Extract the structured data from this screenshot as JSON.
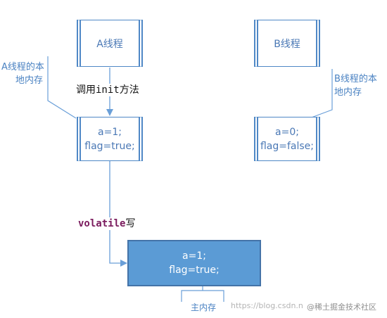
{
  "thread_a": {
    "label": "A线程",
    "note_line1": "A线程的本",
    "note_line2": "地内存",
    "local_mem_line1": "a=1;",
    "local_mem_line2": "flag=true;"
  },
  "thread_b": {
    "label": "B线程",
    "note_line1": "B线程的本",
    "note_line2": "地内存",
    "local_mem_line1": "a=0;",
    "local_mem_line2": "flag=false;"
  },
  "call_action": {
    "prefix": "调用",
    "method": "init",
    "suffix": "方法"
  },
  "volatile_action": {
    "keyword": "volatile",
    "suffix": "写"
  },
  "main_memory": {
    "line1": "a=1;",
    "line2": "flag=true;",
    "label": "主内存"
  },
  "watermark": {
    "csdn": "https://blog.csdn.n",
    "juejin": "@稀土掘金技术社区"
  },
  "colors": {
    "line": "#6a9fd8",
    "box_border": "#4f88c6",
    "main_fill": "#5b9bd5",
    "keyword": "#7a1b5d"
  }
}
